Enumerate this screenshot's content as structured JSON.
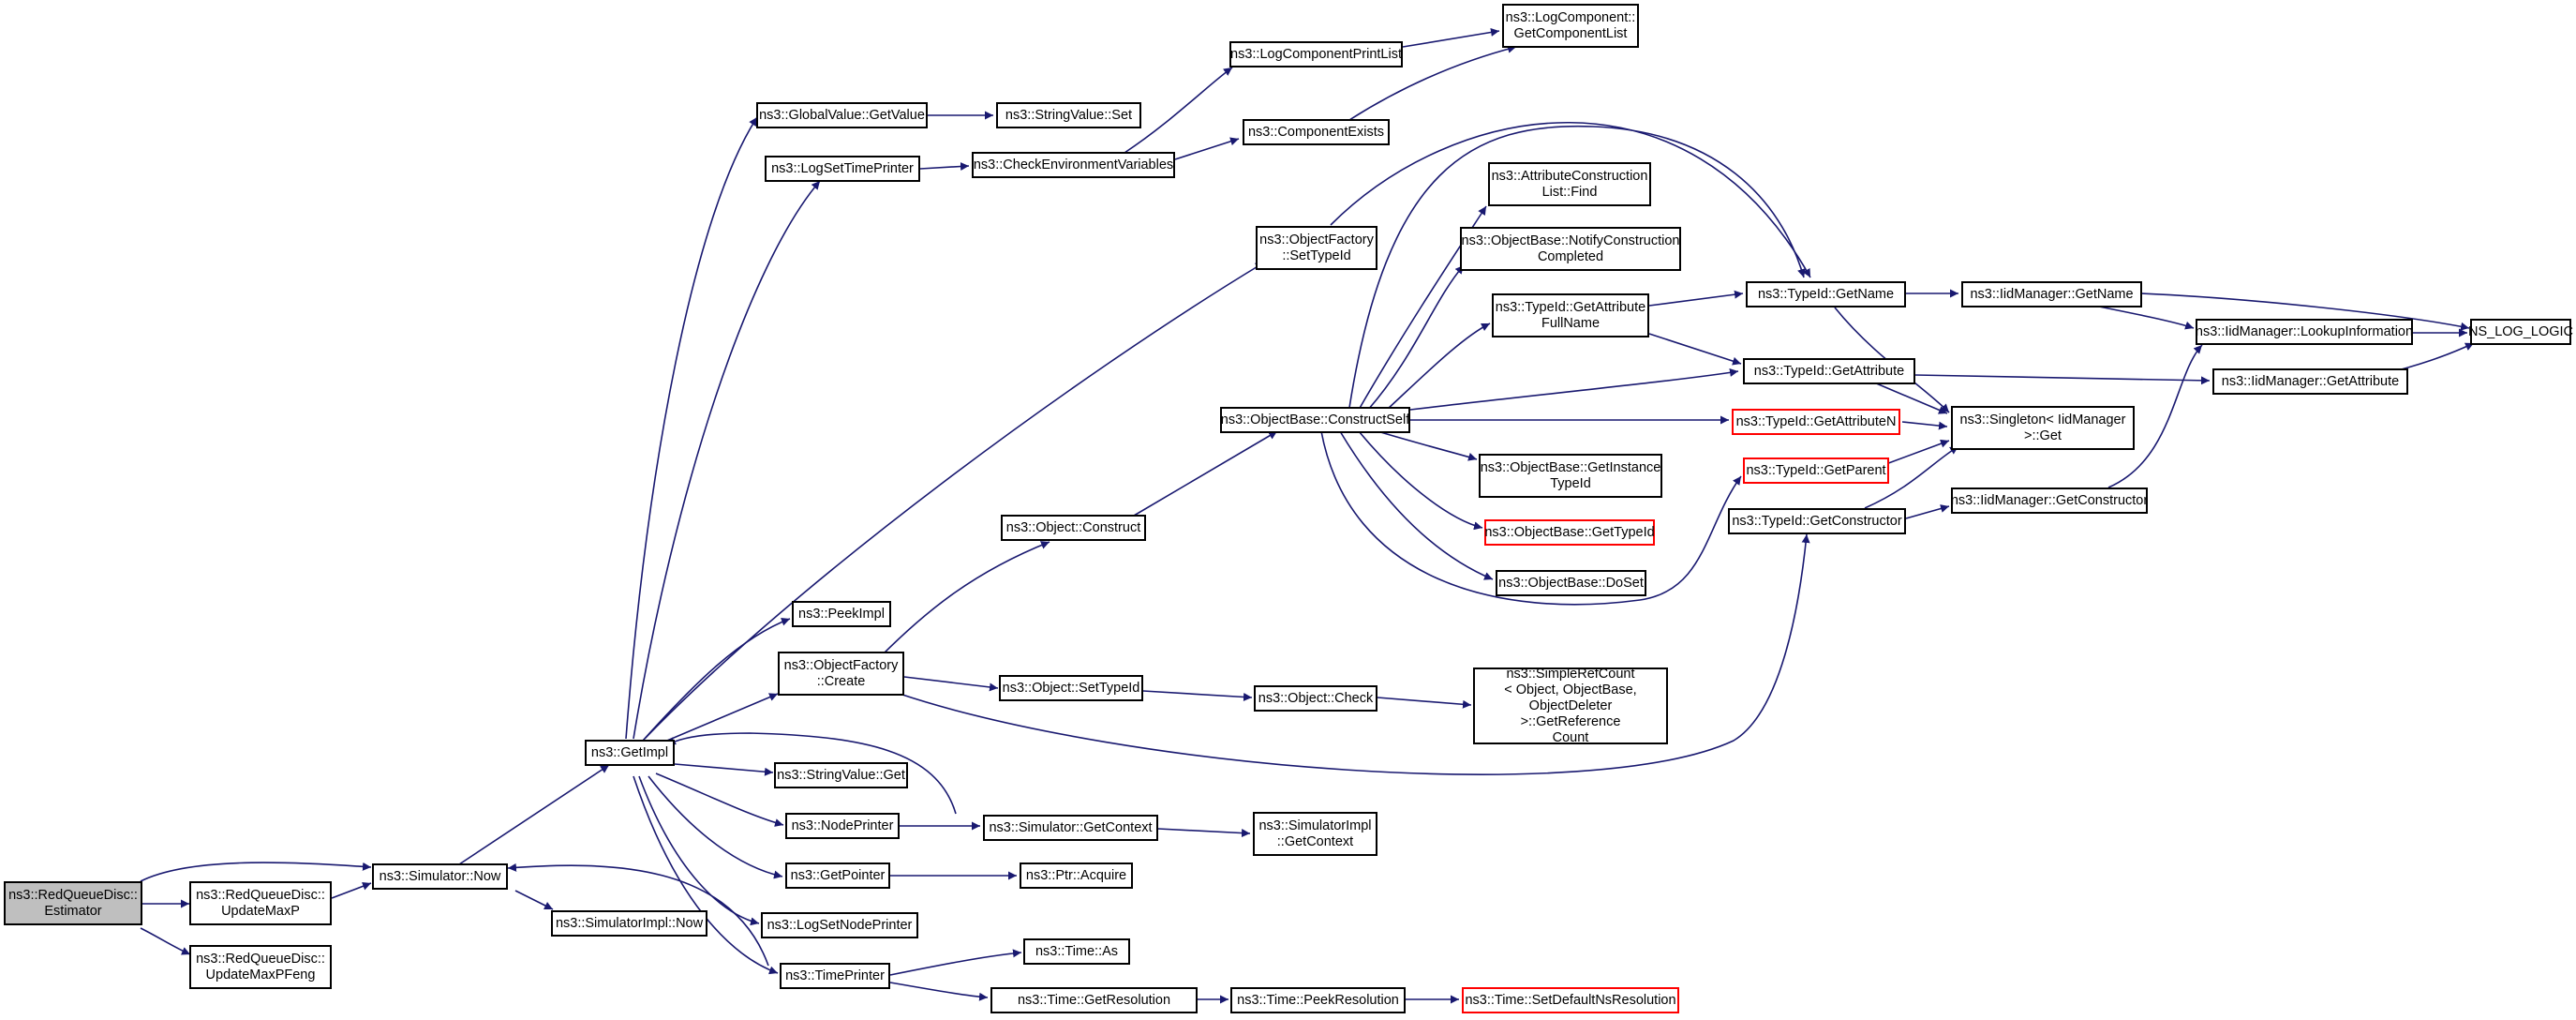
{
  "colors": {
    "edge": "#191970",
    "normal_border": "#000000",
    "red_border": "#ff0000",
    "root_fill": "#bfbfbf"
  },
  "nodes": [
    {
      "id": "estimator",
      "label": "ns3::RedQueueDisc::\nEstimator",
      "style": "root"
    },
    {
      "id": "updatemaxp",
      "label": "ns3::RedQueueDisc::\nUpdateMaxP",
      "style": "normal"
    },
    {
      "id": "updatemaxpfeng",
      "label": "ns3::RedQueueDisc::\nUpdateMaxPFeng",
      "style": "normal"
    },
    {
      "id": "simnow",
      "label": "ns3::Simulator::Now",
      "style": "normal"
    },
    {
      "id": "simimplnow",
      "label": "ns3::SimulatorImpl::Now",
      "style": "normal"
    },
    {
      "id": "getimpl",
      "label": "ns3::GetImpl",
      "style": "normal"
    },
    {
      "id": "gvgetvalue",
      "label": "ns3::GlobalValue::GetValue",
      "style": "normal"
    },
    {
      "id": "strset",
      "label": "ns3::StringValue::Set",
      "style": "normal"
    },
    {
      "id": "logsettime",
      "label": "ns3::LogSetTimePrinter",
      "style": "normal"
    },
    {
      "id": "checkenv",
      "label": "ns3::CheckEnvironmentVariables",
      "style": "normal"
    },
    {
      "id": "logcomplist",
      "label": "ns3::LogComponentPrintList",
      "style": "normal"
    },
    {
      "id": "logcompget",
      "label": "ns3::LogComponent::\nGetComponentList",
      "style": "normal"
    },
    {
      "id": "compexists",
      "label": "ns3::ComponentExists",
      "style": "normal"
    },
    {
      "id": "ofsettypeid",
      "label": "ns3::ObjectFactory\n::SetTypeId",
      "style": "normal"
    },
    {
      "id": "attrconstr",
      "label": "ns3::AttributeConstruction\nList::Find",
      "style": "normal"
    },
    {
      "id": "notifyconstr",
      "label": "ns3::ObjectBase::NotifyConstruction\nCompleted",
      "style": "normal"
    },
    {
      "id": "getattrfull",
      "label": "ns3::TypeId::GetAttribute\nFullName",
      "style": "normal"
    },
    {
      "id": "constructself",
      "label": "ns3::ObjectBase::ConstructSelf",
      "style": "normal"
    },
    {
      "id": "getinstance",
      "label": "ns3::ObjectBase::GetInstance\nTypeId",
      "style": "normal"
    },
    {
      "id": "obgettypeid",
      "label": "ns3::ObjectBase::GetTypeId",
      "style": "red"
    },
    {
      "id": "dosset",
      "label": "ns3::ObjectBase::DoSet",
      "style": "normal"
    },
    {
      "id": "objconstruct",
      "label": "ns3::Object::Construct",
      "style": "normal"
    },
    {
      "id": "peekimpl",
      "label": "ns3::PeekImpl",
      "style": "normal"
    },
    {
      "id": "ofcreate",
      "label": "ns3::ObjectFactory\n::Create",
      "style": "normal"
    },
    {
      "id": "objsettypeid",
      "label": "ns3::Object::SetTypeId",
      "style": "normal"
    },
    {
      "id": "objcheck",
      "label": "ns3::Object::Check",
      "style": "normal"
    },
    {
      "id": "simplerefcount",
      "label": "ns3::SimpleRefCount\n< Object, ObjectBase,\n ObjectDeleter >::GetReference\nCount",
      "style": "normal"
    },
    {
      "id": "strget",
      "label": "ns3::StringValue::Get",
      "style": "normal"
    },
    {
      "id": "nodeprinter",
      "label": "ns3::NodePrinter",
      "style": "normal"
    },
    {
      "id": "simgetctx",
      "label": "ns3::Simulator::GetContext",
      "style": "normal"
    },
    {
      "id": "simimplgetctx",
      "label": "ns3::SimulatorImpl\n::GetContext",
      "style": "normal"
    },
    {
      "id": "getpointer",
      "label": "ns3::GetPointer",
      "style": "normal"
    },
    {
      "id": "ptracquire",
      "label": "ns3::Ptr::Acquire",
      "style": "normal"
    },
    {
      "id": "logsetnode",
      "label": "ns3::LogSetNodePrinter",
      "style": "normal"
    },
    {
      "id": "timeprinter",
      "label": "ns3::TimePrinter",
      "style": "normal"
    },
    {
      "id": "timeas",
      "label": "ns3::Time::As",
      "style": "normal"
    },
    {
      "id": "timegetres",
      "label": "ns3::Time::GetResolution",
      "style": "normal"
    },
    {
      "id": "timepeekres",
      "label": "ns3::Time::PeekResolution",
      "style": "normal"
    },
    {
      "id": "timesetdefault",
      "label": "ns3::Time::SetDefaultNsResolution",
      "style": "red"
    },
    {
      "id": "tidgetname",
      "label": "ns3::TypeId::GetName",
      "style": "normal"
    },
    {
      "id": "tidgetattr",
      "label": "ns3::TypeId::GetAttribute",
      "style": "normal"
    },
    {
      "id": "tidgetattrn",
      "label": "ns3::TypeId::GetAttributeN",
      "style": "red"
    },
    {
      "id": "tidgetparent",
      "label": "ns3::TypeId::GetParent",
      "style": "red"
    },
    {
      "id": "tidgetconstr",
      "label": "ns3::TypeId::GetConstructor",
      "style": "normal"
    },
    {
      "id": "iidgetname",
      "label": "ns3::IidManager::GetName",
      "style": "normal"
    },
    {
      "id": "singleton",
      "label": "ns3::Singleton< IidManager\n >::Get",
      "style": "normal"
    },
    {
      "id": "iidlookup",
      "label": "ns3::IidManager::LookupInformation",
      "style": "normal"
    },
    {
      "id": "iidgetattr",
      "label": "ns3::IidManager::GetAttribute",
      "style": "normal"
    },
    {
      "id": "iidgetconstr",
      "label": "ns3::IidManager::GetConstructor",
      "style": "normal"
    },
    {
      "id": "nslog",
      "label": "NS_LOG_LOGIC",
      "style": "normal"
    }
  ]
}
